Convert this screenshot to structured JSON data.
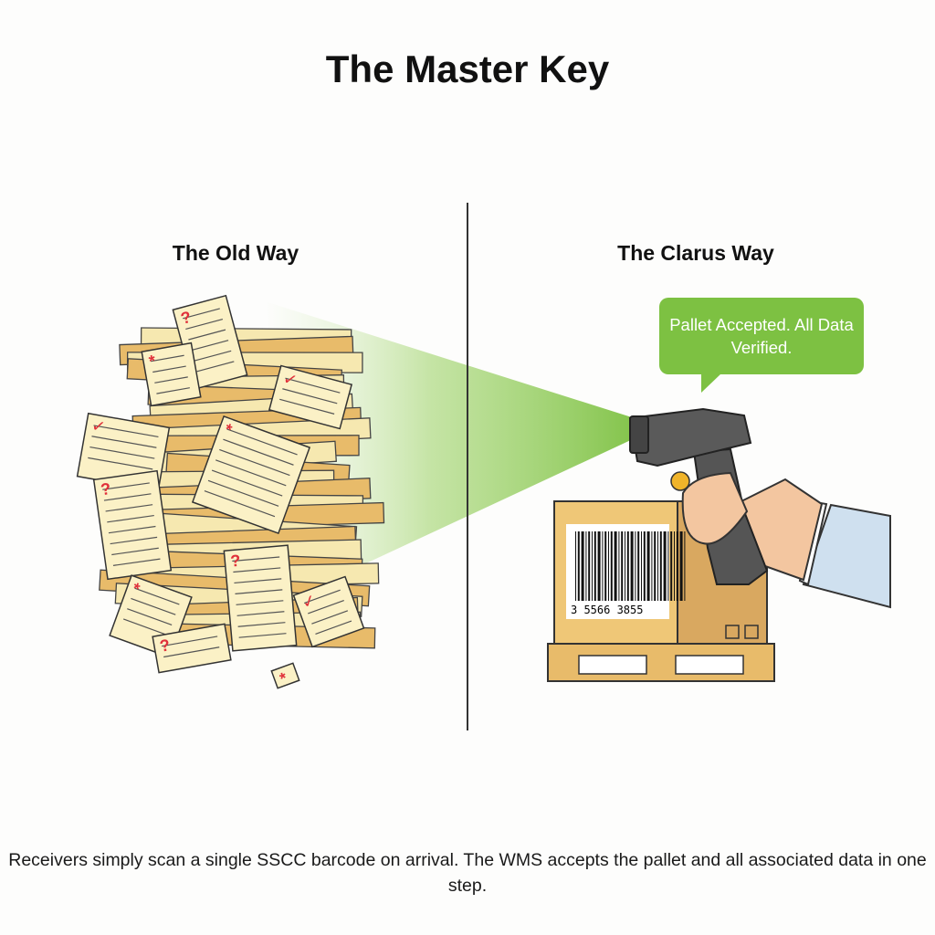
{
  "title": "The Master Key",
  "left_panel": {
    "heading": "The Old Way",
    "marks": [
      "?",
      "*",
      "✓"
    ]
  },
  "right_panel": {
    "heading": "The Clarus Way",
    "status_bubble": "Pallet Accepted. All Data Verified.",
    "barcode_number": "3 5566 3855"
  },
  "caption": "Receivers simply scan a single SSCC barcode on arrival. The WMS accepts the pallet and all associated data in one step.",
  "colors": {
    "accent_green": "#7dc142",
    "paper": "#f6e8b0",
    "box": "#e8bb6a",
    "check_red": "#e0303a"
  }
}
